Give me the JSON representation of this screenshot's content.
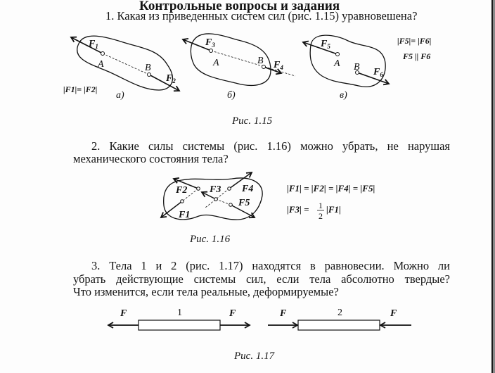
{
  "heading": "Контрольные вопросы и задания",
  "q1": {
    "text": "1. Какая из приведенных систем сил (рис. 1.15) уравновешена?"
  },
  "fig115": {
    "caption": "Рис. 1.15",
    "a": {
      "label": "а)",
      "F1": "F",
      "F1sub": "1",
      "F2": "F",
      "F2sub": "2",
      "A": "A",
      "B": "B",
      "condition": "|F1|= |F2|"
    },
    "b": {
      "label": "б)",
      "F3": "F",
      "F3sub": "3",
      "F4": "F",
      "F4sub": "4",
      "A": "A",
      "B": "B"
    },
    "c": {
      "label": "в)",
      "F5": "F",
      "F5sub": "5",
      "F6": "F",
      "F6sub": "6",
      "A": "A",
      "B": "B",
      "condition1": "|F5|= |F6|",
      "condition2": "F5 || F6"
    }
  },
  "q2": {
    "line1": "2. Какие силы системы (рис. 1.16) можно убрать, не нарушая",
    "line2": "механического состояния тела?"
  },
  "fig116": {
    "caption": "Рис. 1.16",
    "labels": [
      "F2",
      "F3",
      "F4",
      "F5",
      "F1"
    ],
    "formula1": "|F1| = |F2| = |F4| = |F5|",
    "formula2_left": "|F3| =",
    "formula2_num": "1",
    "formula2_den": "2",
    "formula2_right": "|F1|"
  },
  "q3": {
    "line1": "3. Тела 1 и 2 (рис. 1.17) находятся в равновесии. Можно ли",
    "line2": "убрать действующие системы сил, если тела абсолютно твердые?",
    "line3": "Что изменится, если тела реальные, деформируемые?"
  },
  "fig117": {
    "caption": "Рис. 1.17",
    "body1": "1",
    "body2": "2",
    "force": "F"
  }
}
